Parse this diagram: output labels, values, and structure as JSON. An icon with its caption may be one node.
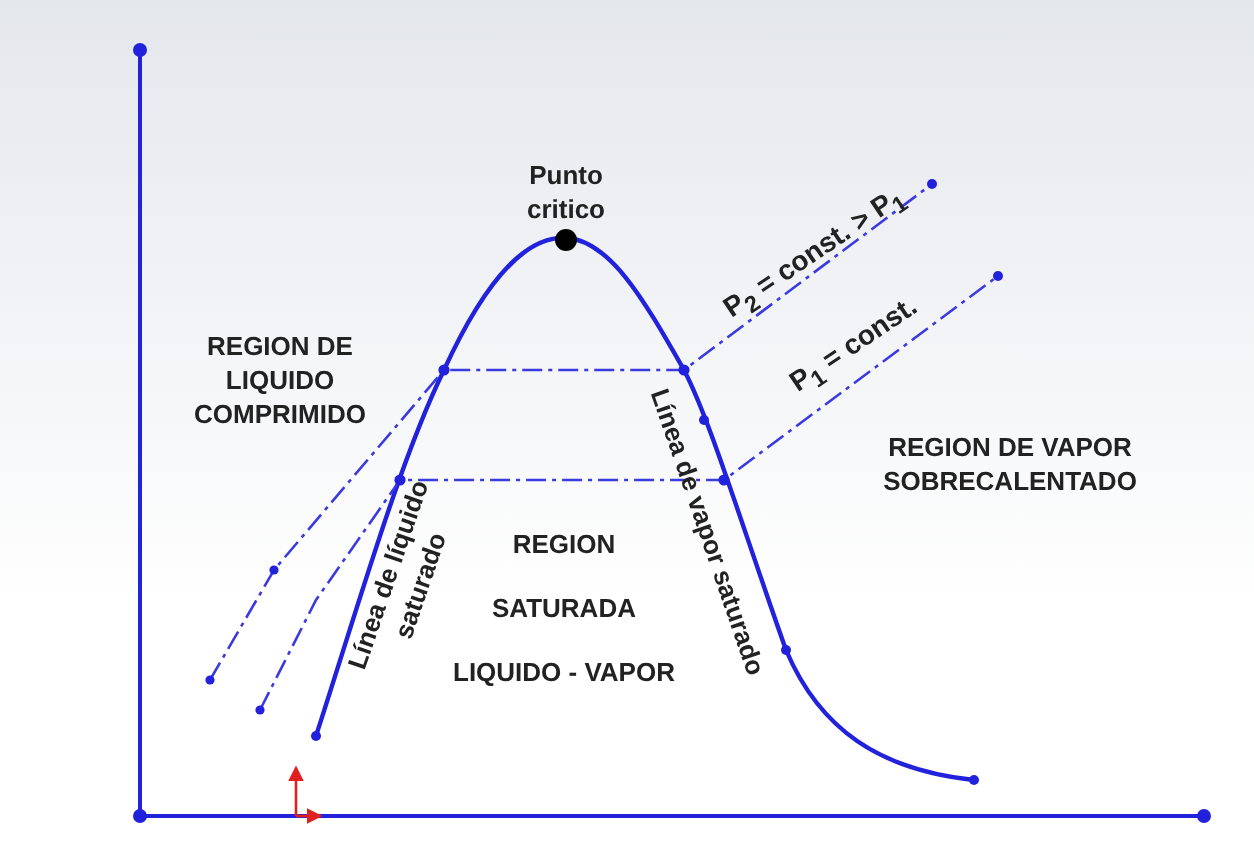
{
  "diagram": {
    "labels": [
      "Punto critico",
      "P$_{2}$ = const. > P$_{1}$",
      "REGION DE LIQUIDO COMPRIMIDO",
      "P$_{1}$ = const.",
      "Línea de líquido saturado",
      "Línea de vapor saturado",
      "REGION DE VAPOR SOBRECALENTADO",
      "REGION",
      "SATURADA",
      "LIQUIDO - VAPOR"
    ]
  }
}
